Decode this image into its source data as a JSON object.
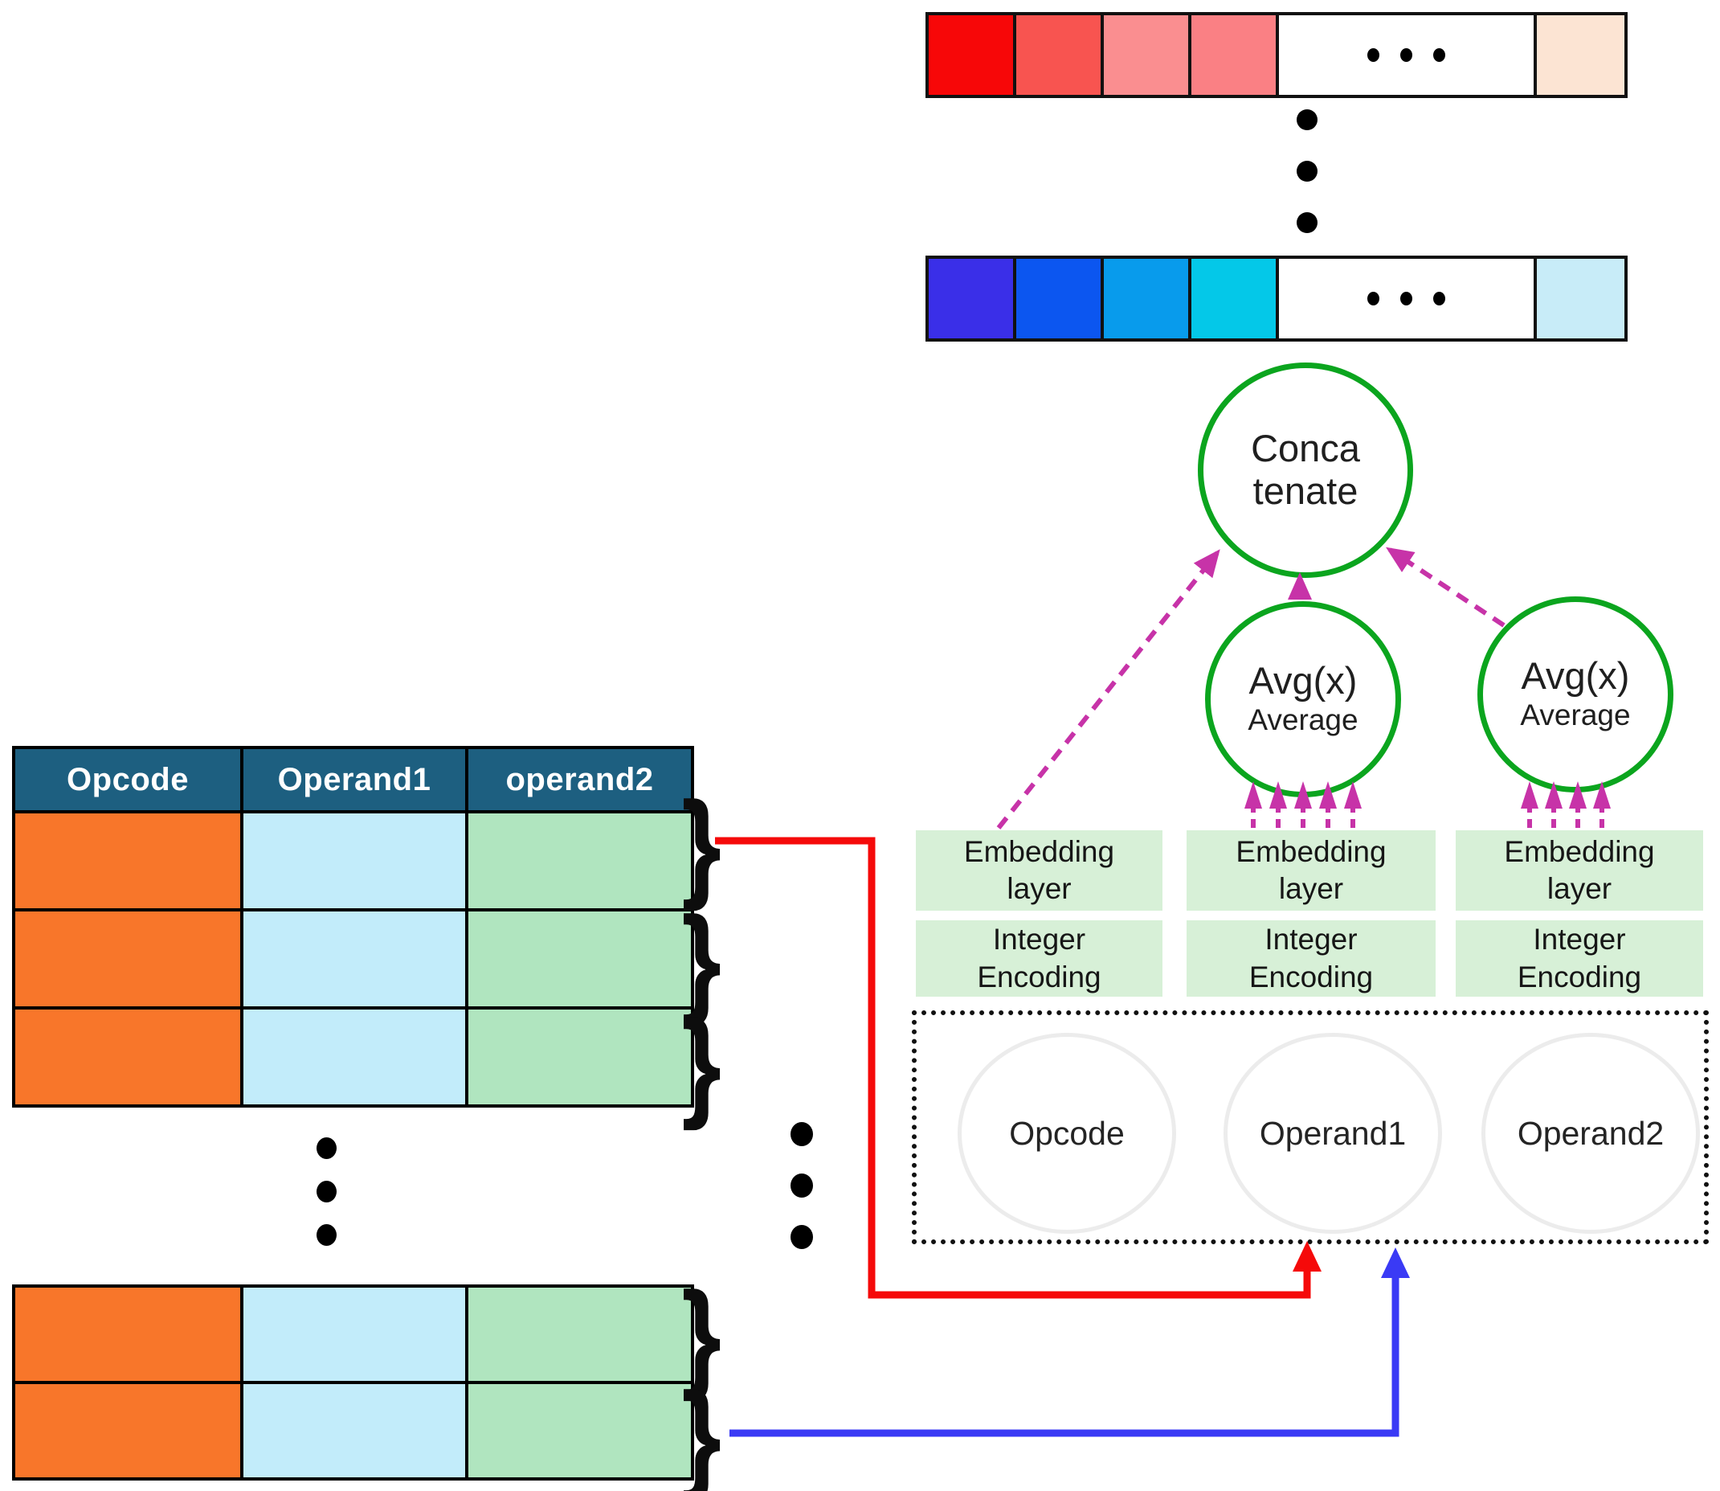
{
  "colors": {
    "table_header_bg": "#1d5f80",
    "opcode_cell": "#f8762a",
    "operand1_cell": "#c2ecfa",
    "operand2_cell": "#b0e5bf",
    "green_box_bg": "#d7f0d7",
    "circle_border_green": "#0ba51e",
    "magenta_arrow": "#c733a8",
    "red_arrow": "#f50a0a",
    "blue_arrow": "#3a3af5",
    "white": "#ffffff"
  },
  "vectors": {
    "red_row": {
      "cells": [
        "#f70708",
        "#f85450",
        "#fa8e90",
        "#fa8084",
        "#ffffff",
        "#fce4d3"
      ],
      "ellipsis_dots": 3
    },
    "blue_row": {
      "cells": [
        "#3a2fe8",
        "#0c56f0",
        "#089bec",
        "#04c8e8",
        "#ffffff",
        "#c8ecf8"
      ],
      "ellipsis_dots": 3
    }
  },
  "table": {
    "headers": [
      "Opcode",
      "Operand1",
      "operand2"
    ],
    "top_row_count": 3,
    "bottom_row_count": 2
  },
  "pipeline": {
    "concatenate": {
      "line1": "Conca",
      "line2": "tenate"
    },
    "avg": {
      "title": "Avg(x)",
      "subtitle": "Average"
    },
    "embedding": {
      "line1": "Embedding",
      "line2": "layer"
    },
    "encoding": {
      "line1": "Integer",
      "line2": "Encoding"
    },
    "inputs": [
      "Opcode",
      "Operand1",
      "Operand2"
    ]
  },
  "glyphs": {
    "brace": "}"
  }
}
